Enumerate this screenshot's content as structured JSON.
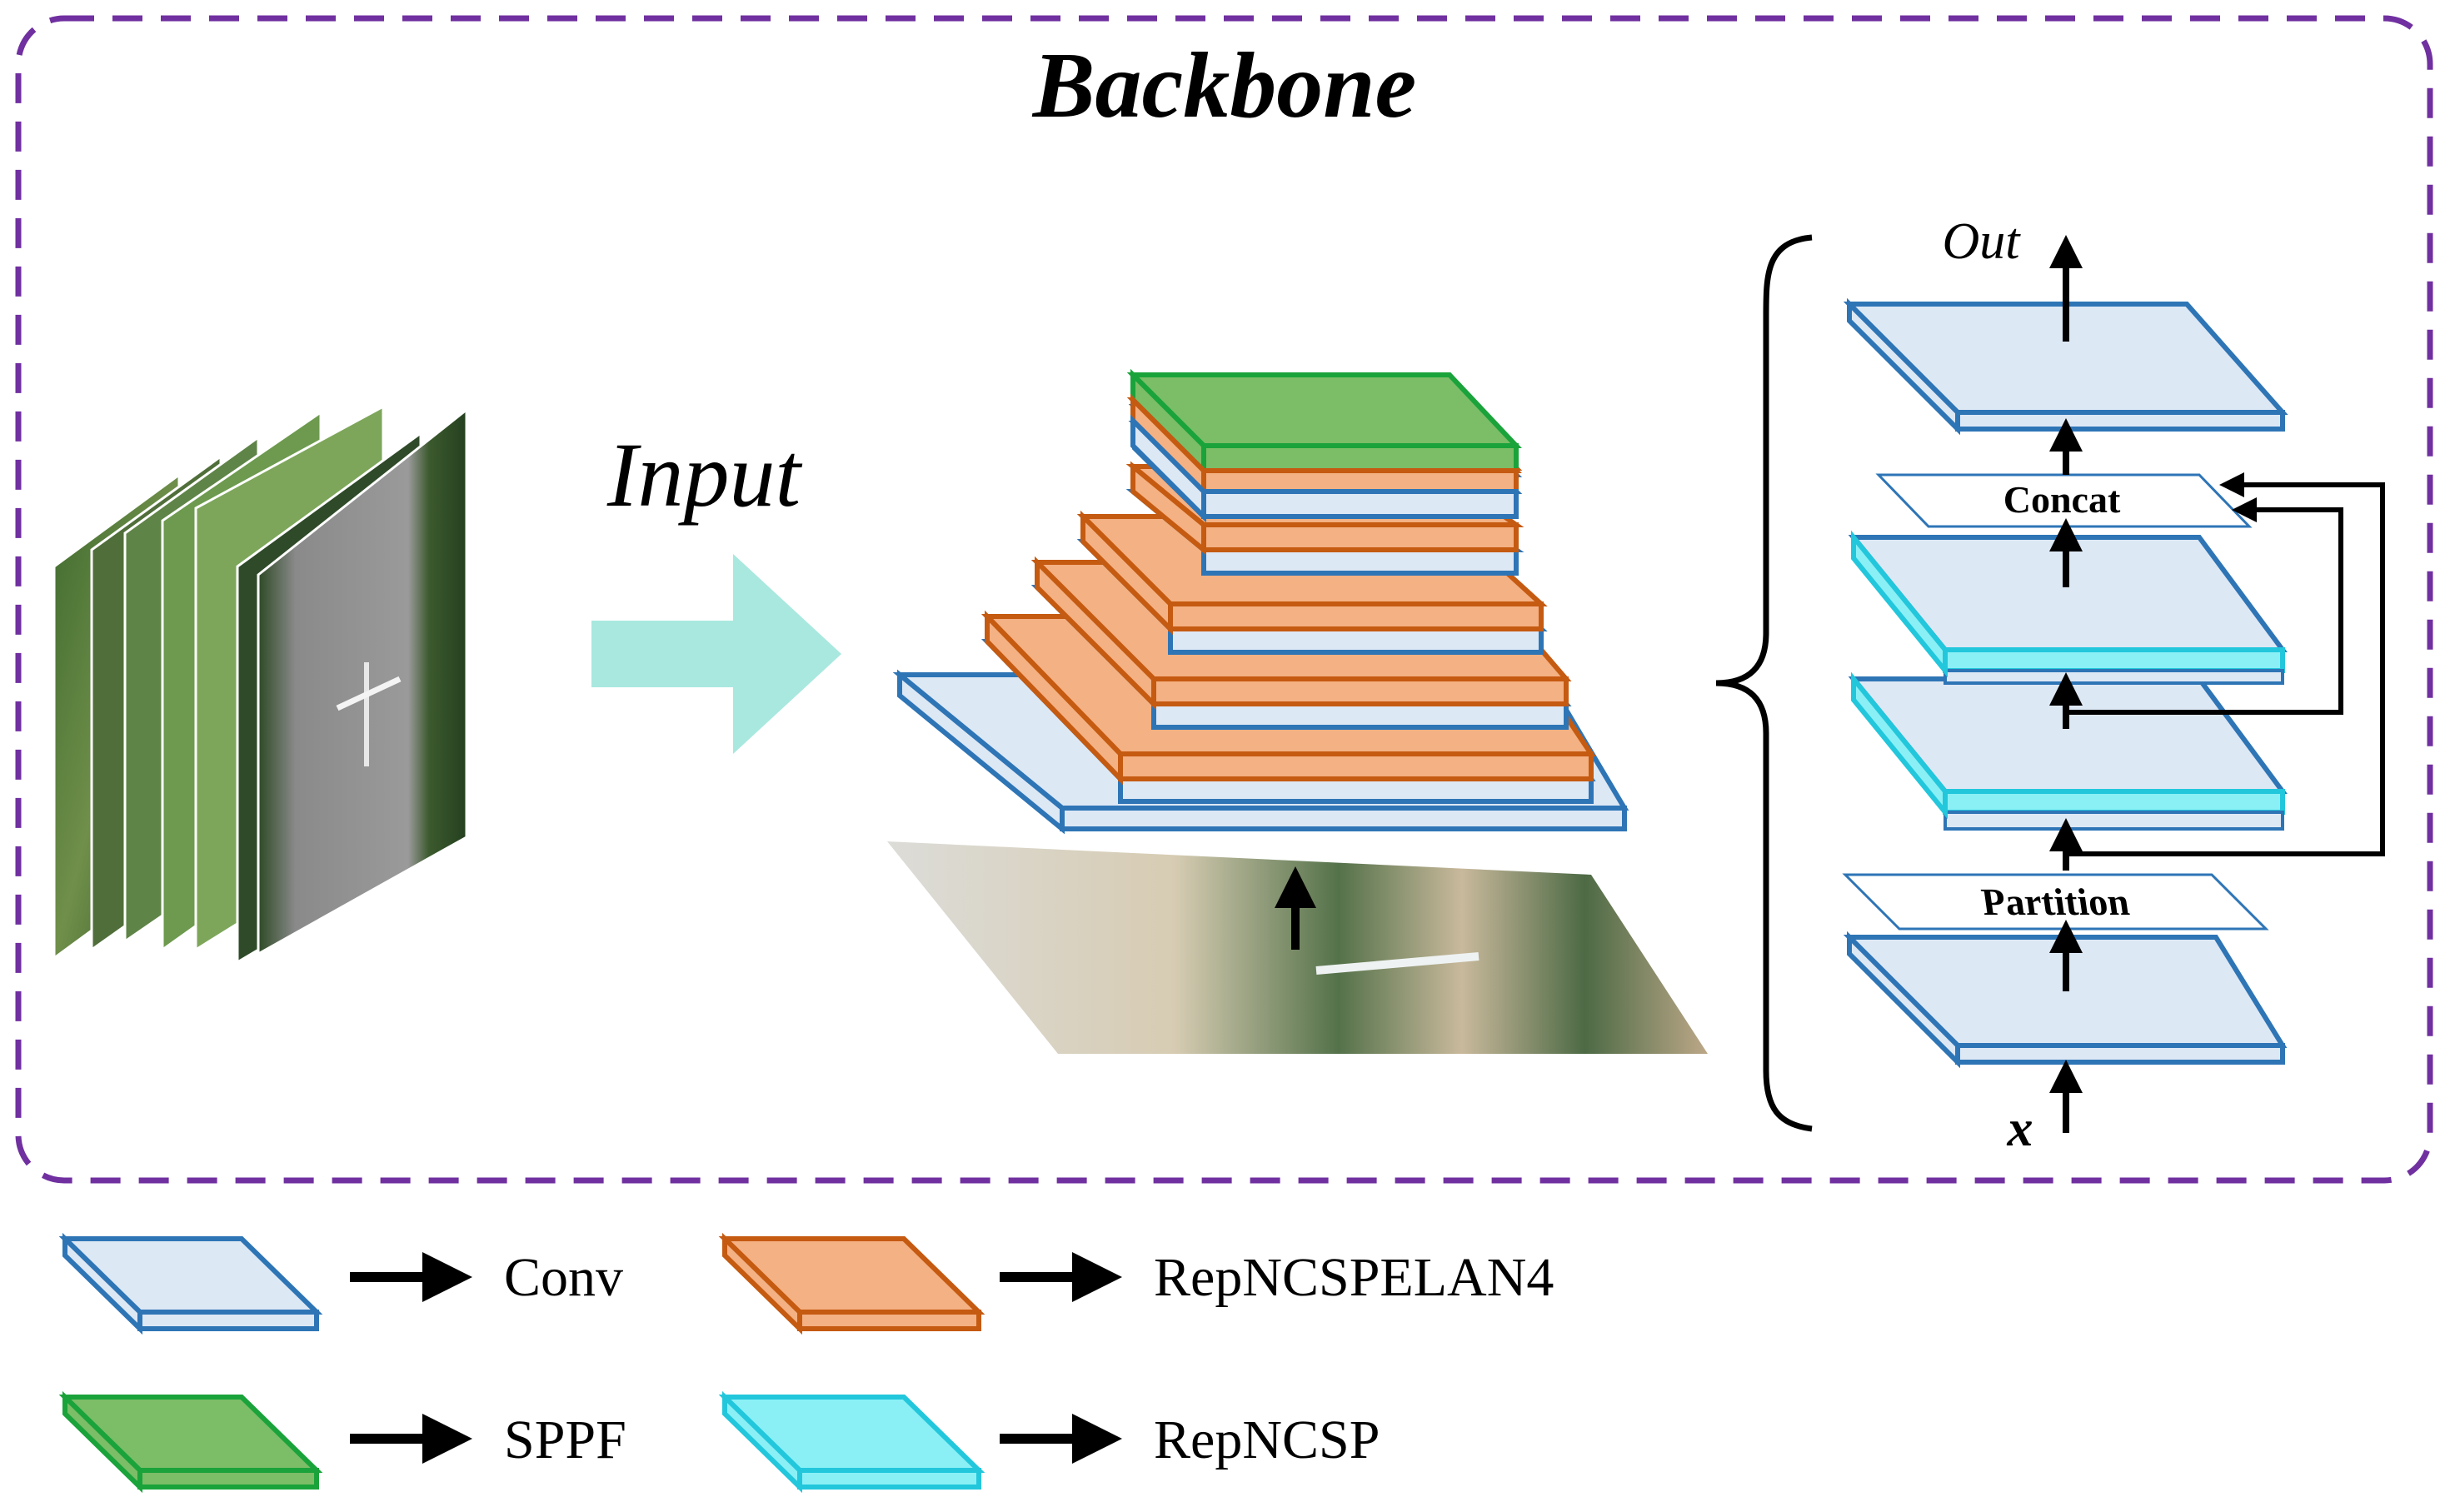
{
  "diagram": {
    "title": "Backbone",
    "input_label": "Input",
    "out_label": "Out",
    "x_label": "x",
    "concat_label": "Concat",
    "partition_label": "Partition"
  },
  "legend": {
    "conv_label": "Conv",
    "elan_label": "RepNCSPELAN4",
    "sppf_label": "SPPF",
    "repncsp_label": "RepNCSP"
  },
  "colors": {
    "frame_border": "#7030a0",
    "conv_fill": "#dde8f5",
    "conv_stroke": "#2e75b6",
    "elan_fill": "#f4b183",
    "elan_stroke": "#c55a11",
    "sppf_fill": "#7cbd67",
    "sppf_stroke": "#1aa33a",
    "repncsp_fill": "#8af0f6",
    "repncsp_stroke": "#22c7dc",
    "input_arrow": "#a8e8df"
  }
}
